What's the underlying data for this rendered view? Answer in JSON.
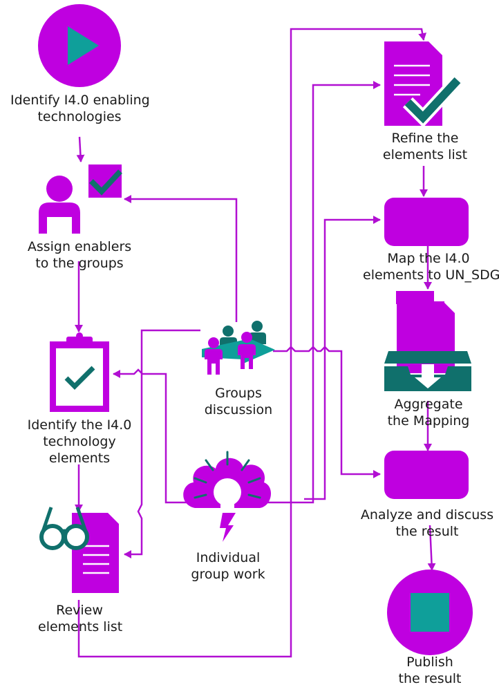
{
  "colors": {
    "primary": "#bf00e0",
    "accent": "#0f9f9a",
    "accent_dark": "#10706c",
    "line": "#b10fd2"
  },
  "steps": {
    "identify_enablers": {
      "lines": [
        "Identify I4.0 enabling",
        "technologies"
      ],
      "icon": "start-play-icon"
    },
    "assign_enablers": {
      "lines": [
        "Assign enablers",
        "to the groups"
      ],
      "icon": "person-check-icon"
    },
    "identify_elements": {
      "lines": [
        "Identify the I4.0",
        "technology",
        "elements"
      ],
      "icon": "clipboard-check-icon"
    },
    "review_list": {
      "lines": [
        "Review",
        "elements list"
      ],
      "icon": "glasses-document-icon"
    },
    "groups_discussion": {
      "lines": [
        "Groups",
        "discussion"
      ],
      "icon": "team-icon"
    },
    "individual_work": {
      "lines": [
        "Individual",
        "group work"
      ],
      "icon": "lightbulb-brain-icon"
    },
    "refine_list": {
      "lines": [
        "Refine the",
        "elements list"
      ],
      "icon": "document-check-icon"
    },
    "map_elements": {
      "lines": [
        "Map the I4.0",
        "elements to UN_SDGs"
      ],
      "icon": "process-box-icon"
    },
    "aggregate_mapping": {
      "lines": [
        "Aggregate",
        "the Mapping"
      ],
      "icon": "inbox-document-icon"
    },
    "analyze_result": {
      "lines": [
        "Analyze and discuss",
        "the result"
      ],
      "icon": "process-box-icon"
    },
    "publish_result": {
      "lines": [
        "Publish",
        "the result"
      ],
      "icon": "stop-square-icon"
    }
  }
}
